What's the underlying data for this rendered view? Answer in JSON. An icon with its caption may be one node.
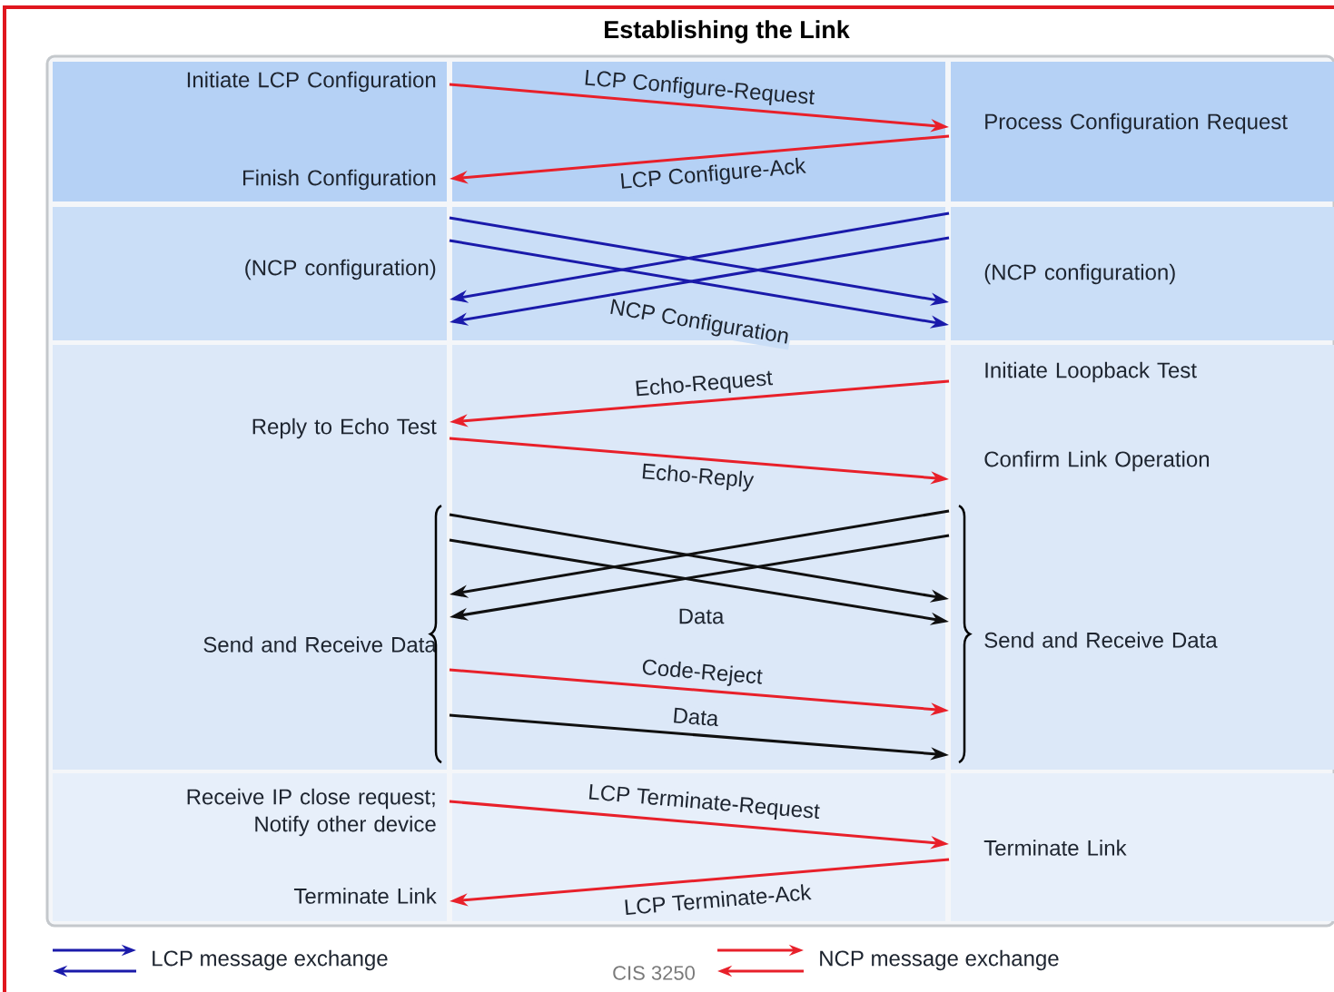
{
  "diagram": {
    "title": "Establishing the Link",
    "nodes": [
      {
        "text": [
          "Initiate LCP Configuration"
        ]
      },
      {
        "text": [
          "Process Configuration Request"
        ]
      },
      {
        "text": [
          "Finish Configuration"
        ]
      },
      {
        "text": [
          "(NCP configuration)"
        ]
      },
      {
        "text": [
          "(NCP configuration)"
        ]
      },
      {
        "text": [
          "Initiate Loopback Test"
        ]
      },
      {
        "text": [
          "Reply to Echo Test"
        ]
      },
      {
        "text": [
          "Confirm Link Operation"
        ]
      },
      {
        "text": [
          "Send and Receive Data"
        ]
      },
      {
        "text": [
          "Send and Receive Data"
        ]
      },
      {
        "text": [
          "Receive IP close request; Notify other device"
        ]
      },
      {
        "text": [
          "Terminate Link"
        ]
      },
      {
        "text": [
          "Terminate Link"
        ]
      }
    ],
    "edges": [
      {
        "from": 0,
        "to": 1,
        "arrow": "to",
        "label": "LCP Configure-Request",
        "color": "#e8202a"
      },
      {
        "from": 1,
        "to": 2,
        "arrow": "to",
        "label": "LCP Configure-Ack",
        "color": "#e8202a"
      },
      {
        "from": 3,
        "to": 4,
        "arrow": "to",
        "color": "#1a1aaa"
      },
      {
        "from": 3,
        "to": 4,
        "arrow": "to",
        "label": "NCP Configuration",
        "color": "#1a1aaa"
      },
      {
        "from": 4,
        "to": 3,
        "arrow": "to",
        "color": "#1a1aaa"
      },
      {
        "from": 4,
        "to": 3,
        "arrow": "to",
        "color": "#1a1aaa"
      },
      {
        "from": 5,
        "to": 6,
        "arrow": "to",
        "label": "Echo-Request",
        "color": "#e8202a"
      },
      {
        "from": 6,
        "to": 7,
        "arrow": "to",
        "label": "Echo-Reply",
        "color": "#e8202a"
      },
      {
        "from": 8,
        "to": 9,
        "arrow": "to",
        "color": "#101010"
      },
      {
        "from": 8,
        "to": 9,
        "arrow": "to",
        "label": "Data",
        "color": "#101010"
      },
      {
        "from": 9,
        "to": 8,
        "arrow": "to",
        "color": "#101010"
      },
      {
        "from": 9,
        "to": 8,
        "arrow": "to",
        "color": "#101010"
      },
      {
        "from": 8,
        "to": 9,
        "arrow": "to",
        "label": "Code-Reject",
        "color": "#e8202a"
      },
      {
        "from": 8,
        "to": 9,
        "arrow": "to",
        "label": "Data",
        "color": "#101010"
      },
      {
        "from": 10,
        "to": 11,
        "arrow": "to",
        "label": "LCP Terminate-Request",
        "color": "#e8202a"
      },
      {
        "from": 11,
        "to": 12,
        "arrow": "to",
        "label": "LCP Terminate-Ack",
        "color": "#e8202a"
      }
    ],
    "labels": [
      "CIS 3250"
    ],
    "legend": [
      {
        "text": "LCP message exchange"
      },
      {
        "text": "NCP message exchange"
      }
    ]
  }
}
